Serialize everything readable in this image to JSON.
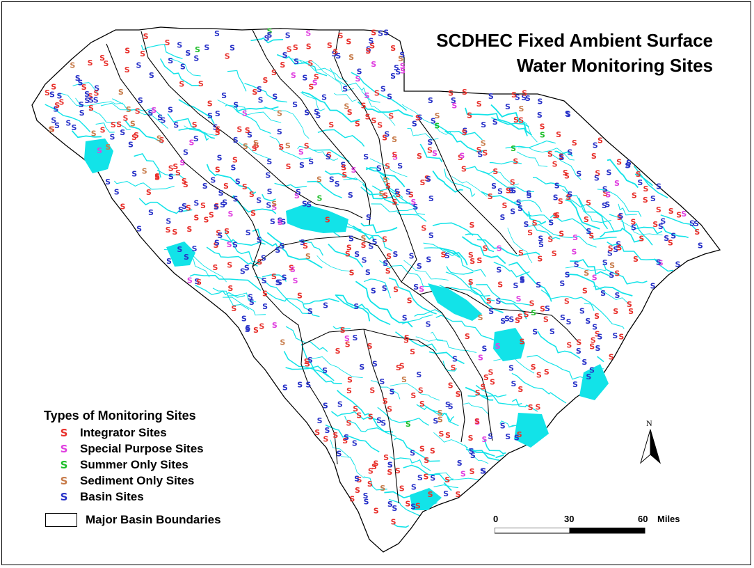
{
  "title_line1": "SCDHEC Fixed Ambient Surface",
  "title_line2": "Water Monitoring Sites",
  "legend": {
    "title": "Types of Monitoring Sites",
    "symbol": "S",
    "items": [
      {
        "label": "Integrator Sites",
        "color": "#e8312c"
      },
      {
        "label": "Special Purpose Sites",
        "color": "#e040e0"
      },
      {
        "label": "Summer Only Sites",
        "color": "#1fbf2b"
      },
      {
        "label": "Sediment Only Sites",
        "color": "#c77b4a"
      },
      {
        "label": "Basin Sites",
        "color": "#2832c8"
      }
    ],
    "boundary_label": "Major Basin Boundaries"
  },
  "north_label": "N",
  "scale": {
    "ticks": [
      "0",
      "30",
      "60"
    ],
    "unit": "Miles"
  },
  "colors": {
    "water": "#12e3e8",
    "boundary": "#000000",
    "state_fill": "#ffffff"
  }
}
